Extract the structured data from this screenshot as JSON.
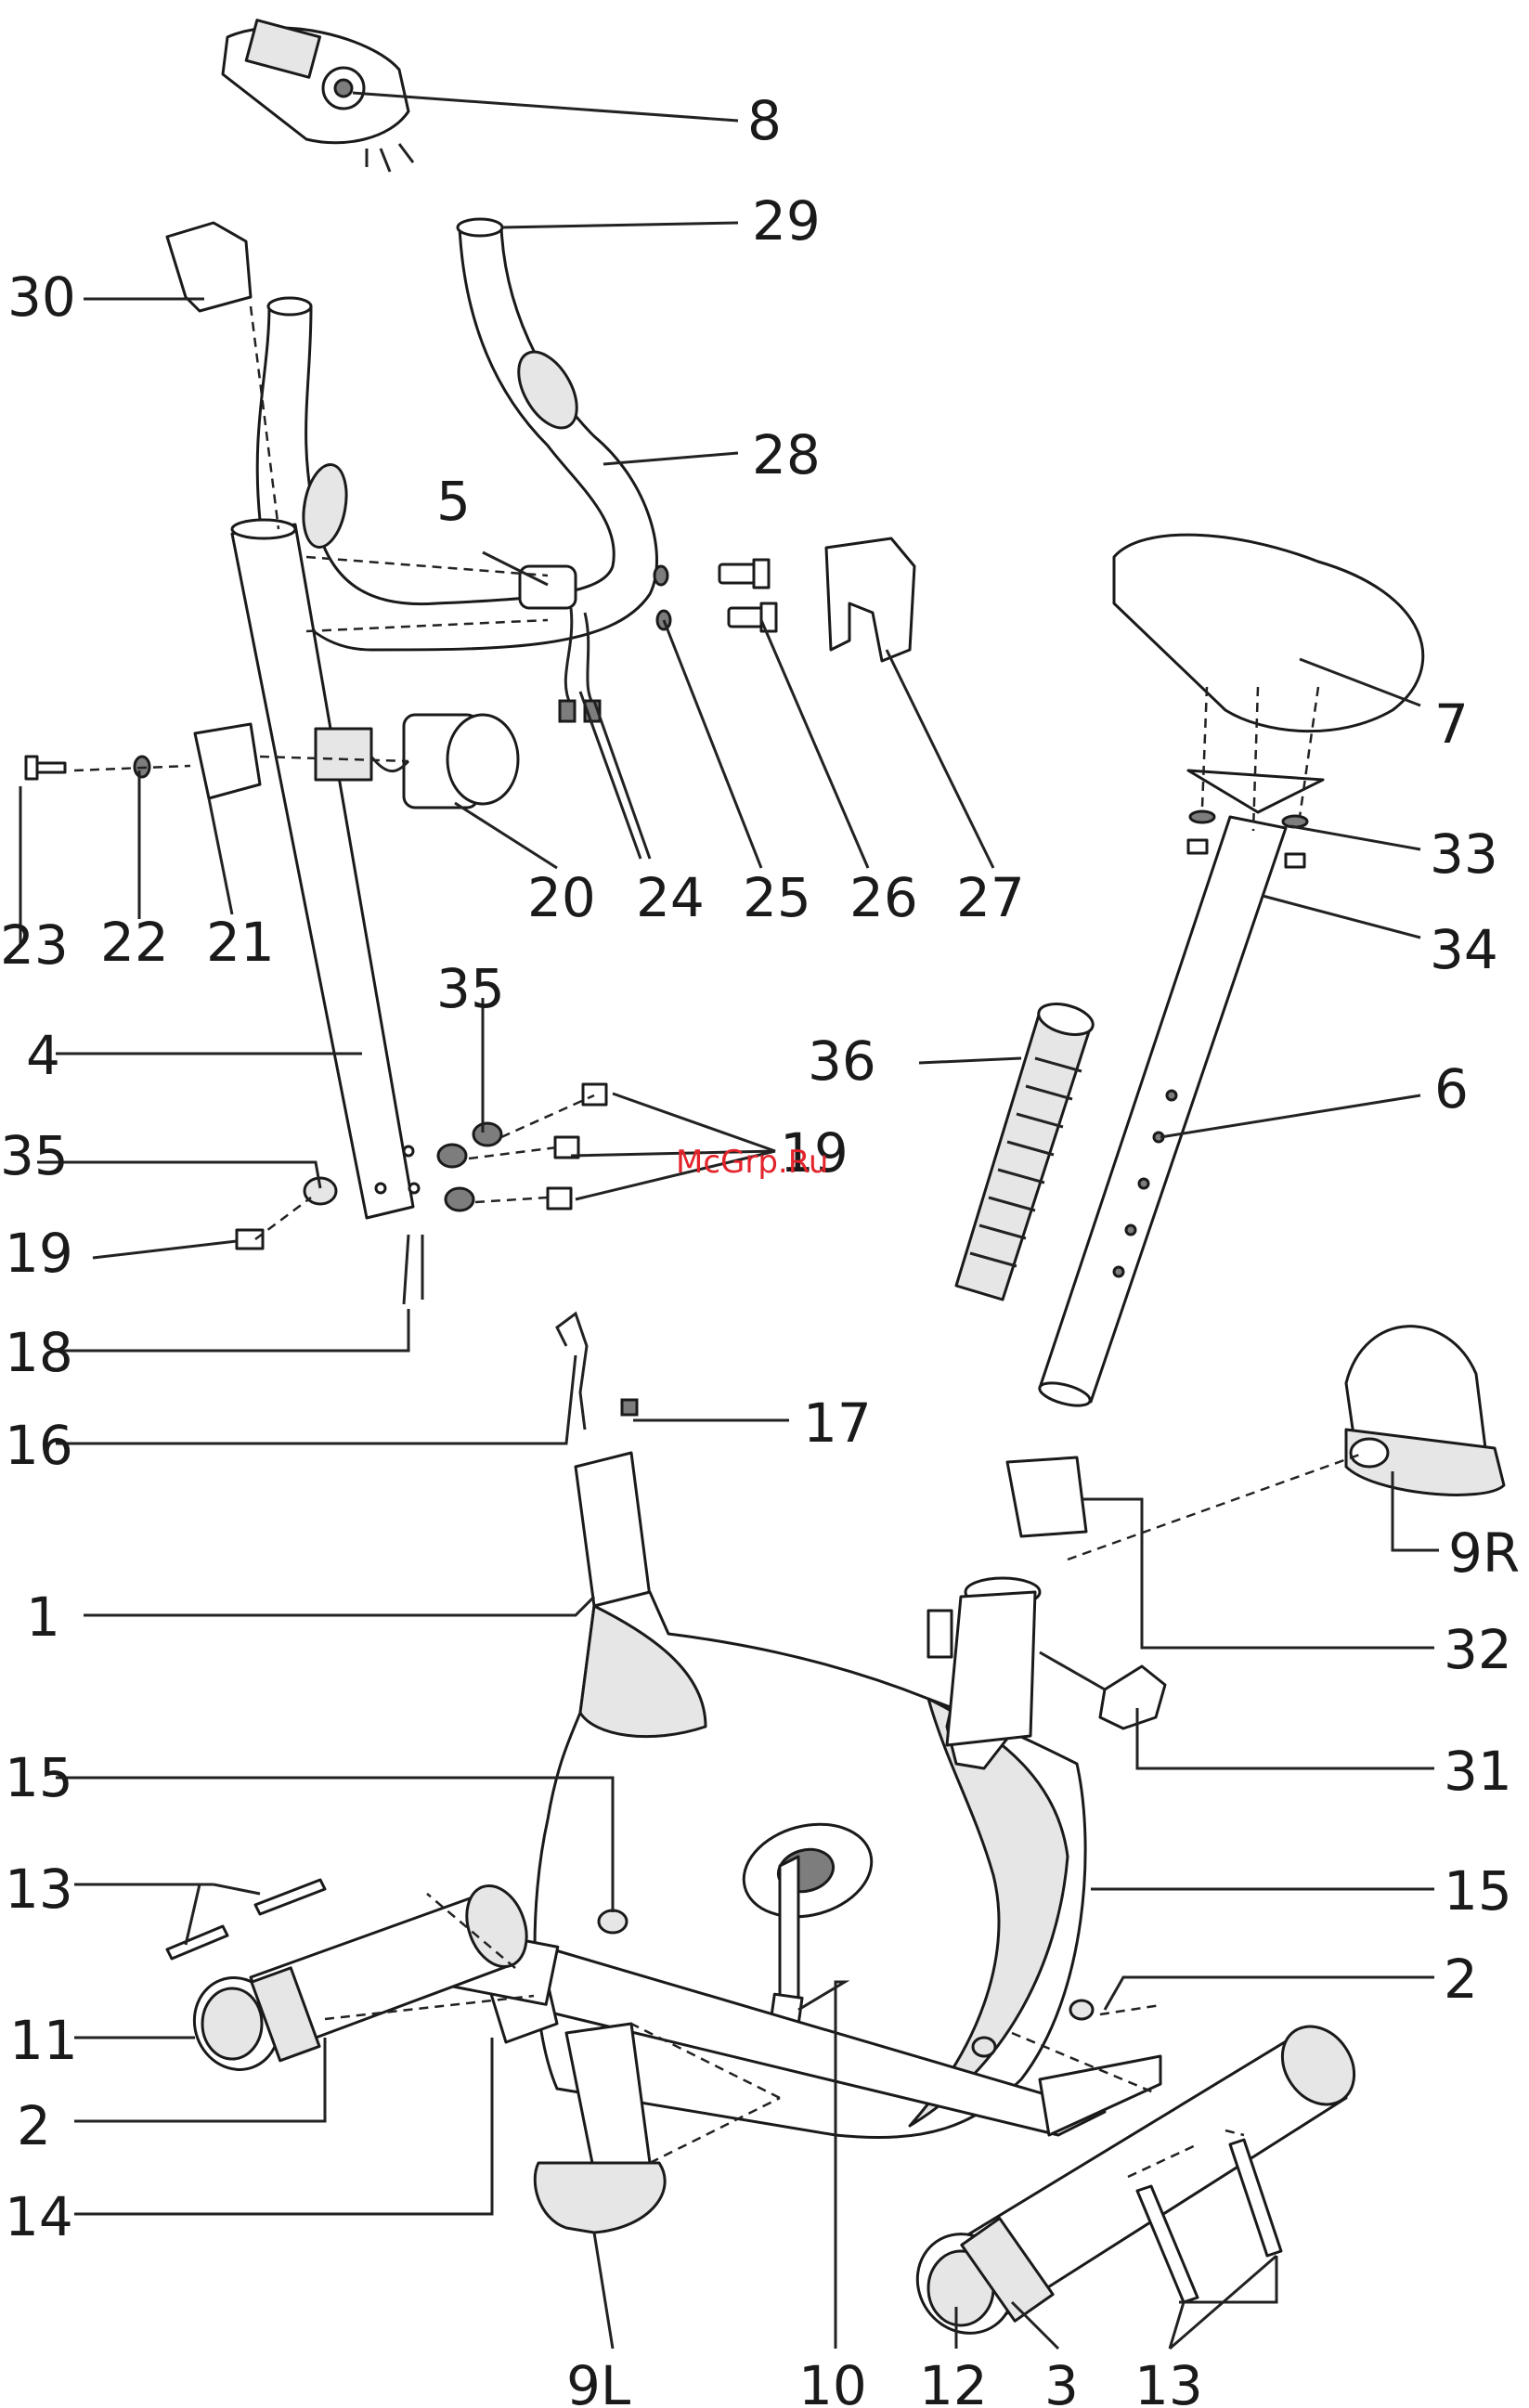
{
  "diagram": {
    "callouts": [
      "8",
      "29",
      "30",
      "28",
      "5",
      "7",
      "33",
      "34",
      "6",
      "36",
      "19",
      "35",
      "4",
      "20",
      "24",
      "25",
      "26",
      "27",
      "23",
      "22",
      "21",
      "18",
      "16",
      "17",
      "1",
      "9R",
      "32",
      "31",
      "15",
      "13",
      "11",
      "2",
      "14",
      "9L",
      "10",
      "12",
      "3"
    ],
    "watermark": "McGrp.Ru",
    "colors": {
      "line": "#1a1a1a",
      "watermark": "#e3242b",
      "background": "#ffffff"
    }
  }
}
